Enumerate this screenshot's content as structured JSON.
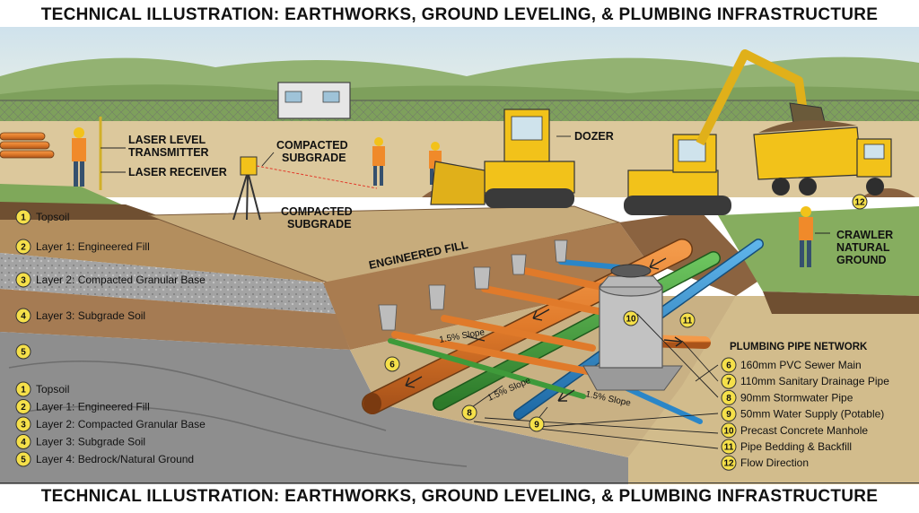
{
  "title_top": "TECHNICAL ILLUSTRATION: EARTHWORKS, GROUND LEVELING, & PLUMBING INFRASTRUCTURE",
  "title_bottom": "TECHNICAL ILLUSTRATION: EARTHWORKS, GROUND LEVELING, & PLUMBING INFRASTRUCTURE",
  "callouts": {
    "laser_level_transmitter_1": "LASER LEVEL",
    "laser_level_transmitter_2": "TRANSMITTER",
    "laser_receiver": "LASER RECEIVER",
    "compacted_subgrade_top_1": "COMPACTED",
    "compacted_subgrade_top_2": "SUBGRADE",
    "compacted_subgrade_mid_1": "COMPACTED",
    "compacted_subgrade_mid_2": "SUBGRADE",
    "dozer": "DOZER",
    "engineered_fill": "ENGINEERED FILL",
    "crawler_1": "CRAWLER",
    "crawler_2": "NATURAL",
    "crawler_3": "GROUND",
    "slope_1": "1.5% Slope",
    "slope_2": "1.5% Slope",
    "slope_3": "1.5% Slope"
  },
  "layer_labels": [
    {
      "num": "1",
      "text": "Topsoil"
    },
    {
      "num": "2",
      "text": "Layer 1: Engineered Fill"
    },
    {
      "num": "3",
      "text": "Layer 2: Compacted Granular Base"
    },
    {
      "num": "4",
      "text": "Layer 3: Subgrade Soil"
    },
    {
      "num": "5",
      "text": ""
    }
  ],
  "layer_legend": [
    {
      "num": "1",
      "text": "Topsoil"
    },
    {
      "num": "2",
      "text": "Layer 1: Engineered Fill"
    },
    {
      "num": "3",
      "text": "Layer 2: Compacted Granular Base"
    },
    {
      "num": "4",
      "text": "Layer 3: Subgrade Soil"
    },
    {
      "num": "5",
      "text": "Layer 4: Bedrock/Natural Ground"
    }
  ],
  "pipe_legend_title": "PLUMBING PIPE NETWORK",
  "pipe_legend": [
    {
      "num": "6",
      "text": "160mm PVC Sewer Main"
    },
    {
      "num": "7",
      "text": "110mm Sanitary Drainage Pipe"
    },
    {
      "num": "8",
      "text": "90mm Stormwater Pipe"
    },
    {
      "num": "9",
      "text": "50mm Water Supply (Potable)"
    },
    {
      "num": "10",
      "text": "Precast Concrete Manhole"
    },
    {
      "num": "11",
      "text": "Pipe Bedding & Backfill"
    },
    {
      "num": "12",
      "text": "Flow Direction"
    }
  ],
  "scene_markers": [
    "6",
    "8",
    "9",
    "10",
    "11",
    "12"
  ],
  "colors": {
    "sky": "#d6e6ee",
    "hills": "#8fae6a",
    "ground": "#d9c59a",
    "topsoil": "#7a5a3a",
    "fill": "#b08a5a",
    "gravel": "#9a9a9a",
    "subgrade": "#a77d55",
    "bedrock": "#8c8c8c",
    "trench_floor": "#c9b184",
    "sewer_pipe": "#e07a2a",
    "storm_pipe": "#3f9a3a",
    "water_pipe": "#2a86c8",
    "machine": "#f2c21a",
    "marker": "#f5e04a"
  }
}
